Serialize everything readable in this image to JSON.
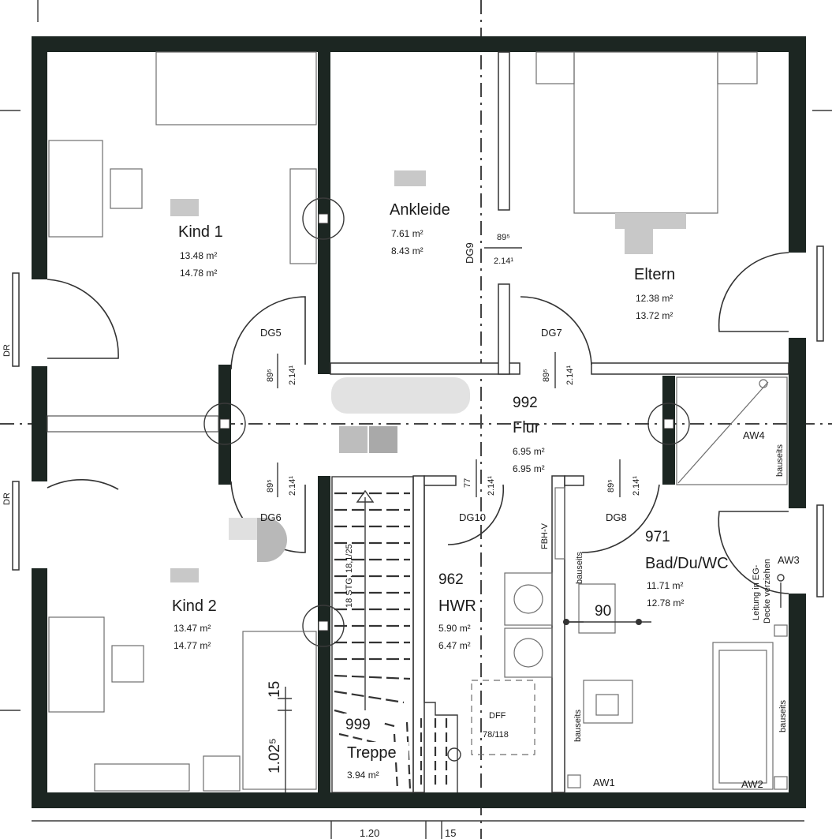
{
  "rooms": {
    "kind1": {
      "name": "Kind 1",
      "area1": "13.48 m²",
      "area2": "14.78 m²"
    },
    "ankleide": {
      "name": "Ankleide",
      "area1": "7.61 m²",
      "area2": "8.43 m²"
    },
    "eltern": {
      "name": "Eltern",
      "area1": "12.38 m²",
      "area2": "13.72 m²"
    },
    "flur": {
      "number": "992",
      "name": "Flur",
      "area1": "6.95 m²",
      "area2": "6.95 m²"
    },
    "kind2": {
      "name": "Kind 2",
      "area1": "13.47 m²",
      "area2": "14.77 m²"
    },
    "hwr": {
      "number": "962",
      "name": "HWR",
      "area1": "5.90 m²",
      "area2": "6.47 m²"
    },
    "bad": {
      "number": "971",
      "name": "Bad/Du/WC",
      "area1": "11.71 m²",
      "area2": "12.78 m²"
    },
    "treppe": {
      "number": "999",
      "name": "Treppe",
      "area1": "3.94 m²"
    }
  },
  "doors": {
    "dg5": {
      "code": "DG5",
      "w": "89⁵",
      "h": "2.14¹"
    },
    "dg6": {
      "code": "DG6",
      "w": "89⁵",
      "h": "2.14¹"
    },
    "dg7": {
      "code": "DG7",
      "w": "89⁵",
      "h": "2.14¹"
    },
    "dg8": {
      "code": "DG8",
      "w": "89⁵",
      "h": "2.14¹"
    },
    "dg9": {
      "code": "DG9",
      "w": "89⁵",
      "h": "2.14¹"
    },
    "dg10": {
      "code": "DG10",
      "w": "77",
      "h": "2.14¹"
    }
  },
  "labels": {
    "stairs": "18 STG. 18,1/25",
    "fbh": "FBH-V",
    "dff": "DFF",
    "dff_size": "78/118",
    "aw1": "AW1",
    "aw2": "AW2",
    "aw3": "AW3",
    "aw4": "AW4",
    "dim_90": "90",
    "dim_15": "15",
    "dim_102": "1.02⁵",
    "dim_120": "1.20",
    "dim_115": "15",
    "dr1": "DR",
    "dr2": "DR",
    "bauseits": "bauseits",
    "leitung": "Leitung in EG-",
    "decke": "Decke verziehen"
  }
}
